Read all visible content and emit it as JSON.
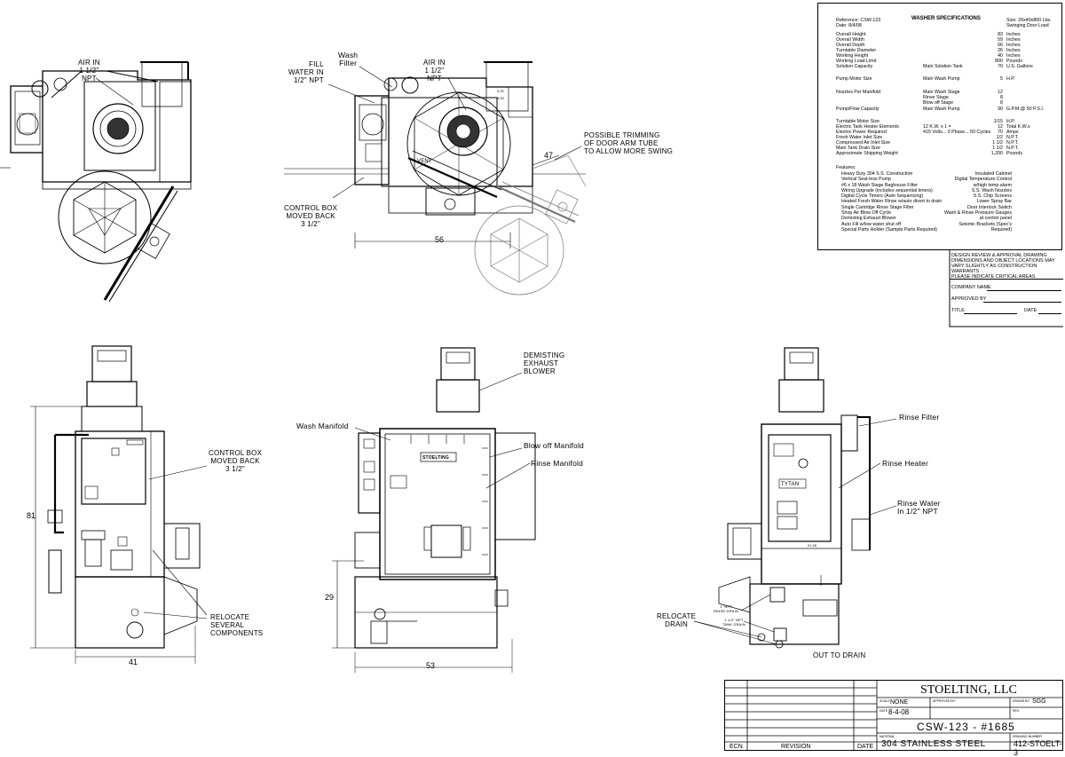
{
  "spec": {
    "title": "WASHER SPECIFICATIONS",
    "reference": "Reference: CSW-123",
    "date": "Date:   8/4/08",
    "size": "Size:  26x40x800 Lbs.",
    "size_sub": "Swinging Door Load",
    "rows": [
      {
        "label": "Overall Height",
        "value": "83",
        "unit": "Inches"
      },
      {
        "label": "Overall Width",
        "value": "59",
        "unit": "Inches"
      },
      {
        "label": "Overall Depth",
        "value": "66",
        "unit": "Inches"
      },
      {
        "label": "Turntable Diameter",
        "value": "26",
        "unit": "Inches"
      },
      {
        "label": "Working Height",
        "value": "40",
        "unit": "Inches"
      },
      {
        "label": "Working Load Limit",
        "value": "800",
        "unit": "Pounds"
      },
      {
        "label": "Solution Capacity",
        "mid": "Main Solution Tank",
        "value": "70",
        "unit": "U.S. Gallons"
      },
      {
        "label": "Pump Motor Size",
        "mid": "Main Wash Pump",
        "value": "5",
        "unit": "H.P."
      },
      {
        "label": "Nozzles Per Manifold",
        "mid": "Main Wash Stage",
        "value": "12",
        "unit": ""
      },
      {
        "label": "",
        "mid": "Rinse Stage",
        "value": "8",
        "unit": ""
      },
      {
        "label": "",
        "mid": "Blow off Stage",
        "value": "8",
        "unit": ""
      },
      {
        "label": "Pump/Flow Capacity",
        "mid": "Main Wash Pump",
        "value": "90",
        "unit": "G.P.M.@  50  P.S.I."
      },
      {
        "label": "Turntable Motor Size",
        "mid": "",
        "value": "1/15",
        "unit": "H.P."
      },
      {
        "label": "Electric Tank Heater Elements",
        "mid": "12 K.W. x 1 =",
        "value": "12",
        "unit": "Total K.W.s"
      },
      {
        "label": "Electric Power Required",
        "mid": "415 Volts... 3 Phase... 50 Cycles",
        "value": "70",
        "unit": "Amps"
      },
      {
        "label": "Fresh Water Inlet Size",
        "mid": "",
        "value": "1/2",
        "unit": "N.P.T."
      },
      {
        "label": "Compressed Air Inlet Size",
        "mid": "",
        "value": "1 1/2",
        "unit": "N.P.T."
      },
      {
        "label": "Main Tank Drain Size",
        "mid": "",
        "value": "1 1/2",
        "unit": "N.P.T."
      },
      {
        "label": "Approximate Shipping Weight",
        "mid": "",
        "value": "1,200",
        "unit": "Pounds"
      }
    ],
    "features_title": "Features:",
    "features_left": [
      "Heavy Duty 304 S.S. Construction",
      "Vertical Seal-less Pump",
      "#6 x 18 Wash Stage Baghouse Filter",
      "Wiring Upgrade (includes sequential timers)",
      "Digital Cycle Timers (Auto Sequencing)",
      "Heated Fresh Water Rinse w/auto divert to drain",
      "Single Cartridge Rinse Stage Filter",
      "Shop Air Blow Off Cycle",
      "Demisting Exhaust Blower",
      "Auto Fill w/low water shut off",
      "Special Parts Holder (Sample Parts Required)"
    ],
    "features_right": [
      "Insulated Cabinet",
      "Digital Temperature Control",
      "w/high temp alarm",
      "S.S. Wash Nozzles",
      "S.S. Chip Screens",
      "Lower Spray Bar",
      "Door Interlock Switch",
      "Wash & Rinse Pressure Gauges",
      "at control panel",
      "Seismic Brackets (Spec's Required)"
    ]
  },
  "approval": {
    "notice": "DESIGN REVIEW & APPROVAL DRAWING\nDIMENSIONS AND OBJECT LOCATIONS MAY\nVARY SLIGHTLY AS CONSTRUCTION WARRANTS\nPLEASE INDICATE CRITICAL AREAS",
    "company": "COMPANY NAME",
    "approved": "APPROVED BY",
    "title": "TITLE",
    "date": "DATE"
  },
  "title_block": {
    "company": "STOELTING, LLC",
    "scale_label": "SCALE",
    "scale": "NONE",
    "approved_label": "APPROVED BY:",
    "drawn_label": "DRAWN BY:",
    "drawn": "SGG",
    "date_label": "DATE",
    "date": "8-4-08",
    "rev_label": "REV.",
    "drawing_title": "CSW-123 - #1685",
    "material_label": "MATERIAL",
    "material": "304 STAINLESS STEEL",
    "number_label": "DRAWING NUMBER",
    "number": "412-STOELT-3",
    "ecn": "ECN",
    "revision": "REVISION",
    "date_col": "DATE"
  },
  "labels": {
    "air_in_1": "AIR IN\n1 1/2\"\nNPT",
    "fill_water": "FILL\nWATER IN\n1/2\" NPT",
    "wash_filter": "Wash\nFilter",
    "air_in_2": "AIR IN\n1 1/2\"\nNPT",
    "trimming": "POSSIBLE TRIMMING\nOF DOOR ARM TUBE\nTO ALLOW MORE SWING",
    "control_box_1": "CONTROL BOX\nMOVED BACK\n3 1/2\"",
    "control_box_2": "CONTROL BOX\nMOVED BACK\n3 1/2\"",
    "demisting": "DEMISTING\nEXHAUST\nBLOWER",
    "wash_manifold": "Wash Manifold",
    "blow_off": "Blow off Manifold",
    "rinse_manifold": "Rinse Manifold",
    "rinse_filter": "Rinse Filter",
    "rinse_heater": "Rinse Heater",
    "rinse_water": "Rinse Water\nIn 1/2\" NPT",
    "relocate_components": "RELOCATE\nSEVERAL\nCOMPONENTS",
    "relocate_drain": "RELOCATE\nDRAIN",
    "out_to_drain": "OUT TO DRAIN",
    "rinse_drain": "1\" NPT\nRINSE DRAIN",
    "tank_drain": "1 1/2\" NPT\nTANK DRAIN",
    "panel_brand": "STOELTING",
    "panel_tytan": "TYTAN",
    "vent": "VENT"
  },
  "dimensions": {
    "d47": "47",
    "d56": "56",
    "d81": "81",
    "d41": "41",
    "d29": "29",
    "d53": "53",
    "d320": "3.20",
    "d300": "3.00",
    "d2126": "21.26"
  }
}
